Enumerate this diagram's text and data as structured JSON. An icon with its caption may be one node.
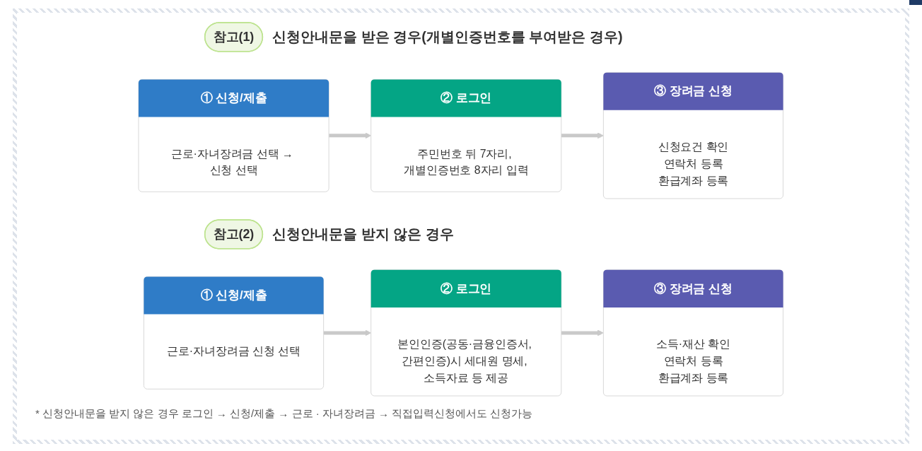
{
  "diagram": {
    "nodes": [
      {
        "text": [
          "참고(1)"
        ],
        "beside": [
          "신청안내문을 받은 경우(개별인증번호를 부여받은 경우)"
        ]
      },
      {
        "text": [
          "① 신청/제출",
          "근로·자녀장려금 선택 → 신청 선택"
        ]
      },
      {
        "text": [
          "② 로그인",
          "주민번호 뒤 7자리, 개별인증번호 8자리 입력"
        ]
      },
      {
        "text": [
          "③ 장려금 신청",
          "신청요건 확인",
          "연락처 등록",
          "환급계좌 등록"
        ]
      },
      {
        "text": [
          "참고(2)"
        ],
        "beside": [
          "신청안내문을 받지 않은 경우"
        ]
      },
      {
        "text": [
          "① 신청/제출",
          "근로·자녀장려금 신청 선택"
        ]
      },
      {
        "text": [
          "② 로그인",
          "본인인증(공동·금융인증서, 간편인증)시 세대원 명세, 소득자료 등 제공"
        ]
      },
      {
        "text": [
          "③ 장려금 신청",
          "소득·재산 확인",
          "연락처 등록",
          "환급계좌 등록"
        ]
      }
    ],
    "edges": [
      {
        "from": 1,
        "to": 2,
        "arrow": "to"
      },
      {
        "from": 2,
        "to": 3,
        "arrow": "to"
      },
      {
        "from": 5,
        "to": 6,
        "arrow": "to"
      },
      {
        "from": 6,
        "to": 7,
        "arrow": "to"
      }
    ],
    "labels": [
      "* 신청안내문을 받지 않은 경우 로그인 → 신청/제출 → 근로 · 자녀장려금 → 직접입력신청에서도 신청가능"
    ]
  }
}
